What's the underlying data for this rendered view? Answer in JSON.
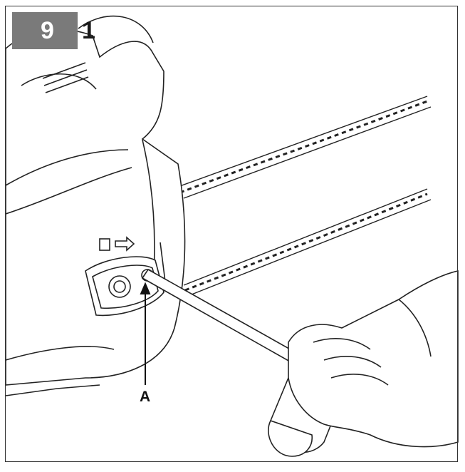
{
  "figure": {
    "step_number": "9",
    "step_sub_number": "1",
    "callout_label": "A"
  }
}
